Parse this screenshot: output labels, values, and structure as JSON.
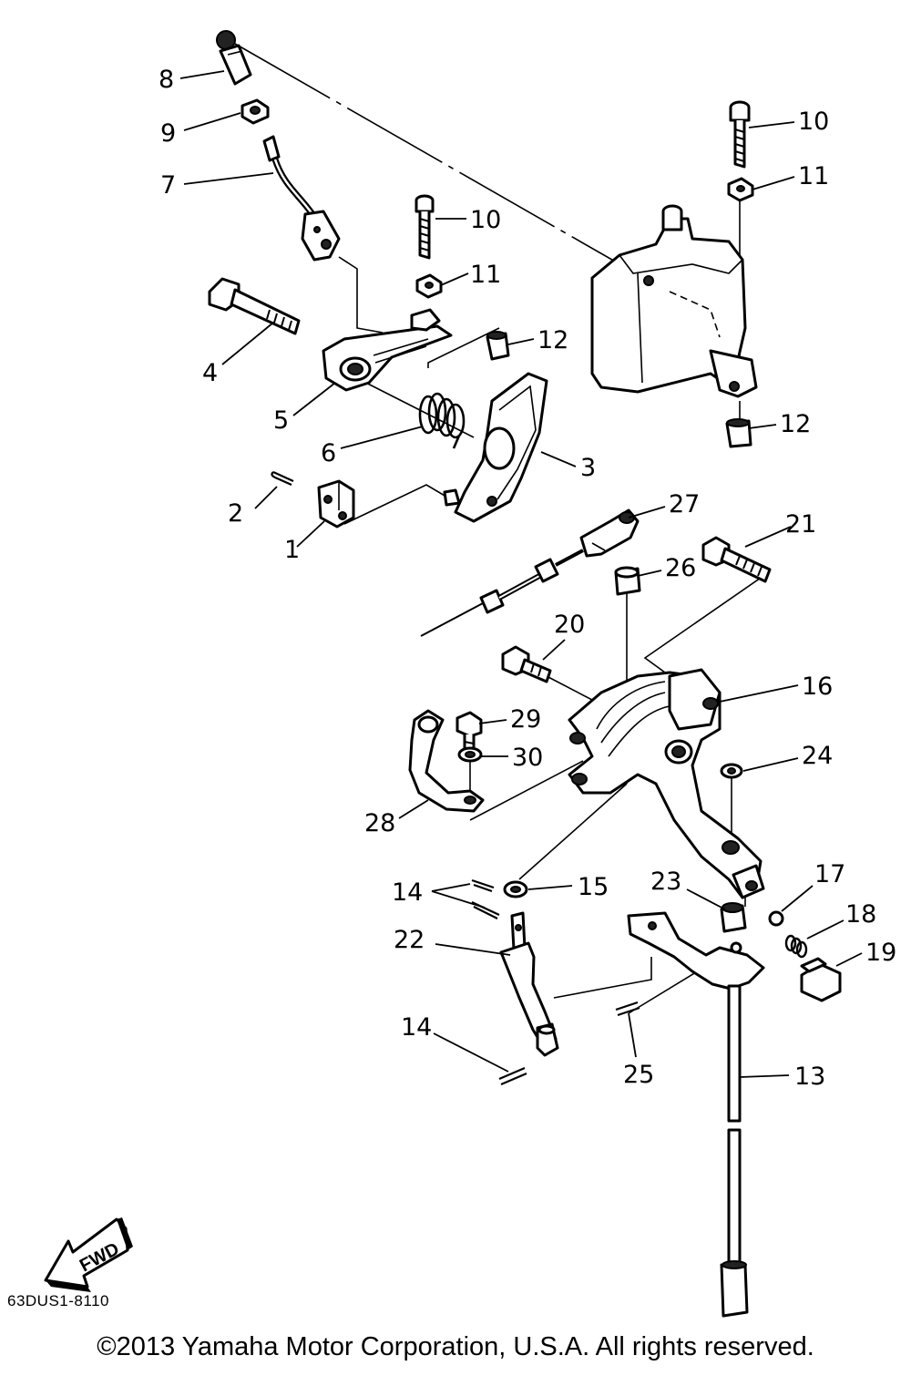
{
  "callouts": {
    "c1": "1",
    "c2": "2",
    "c3": "3",
    "c4": "4",
    "c5": "5",
    "c6": "6",
    "c7": "7",
    "c8": "8",
    "c9": "9",
    "c10a": "10",
    "c10b": "10",
    "c11a": "11",
    "c11b": "11",
    "c12a": "12",
    "c12b": "12",
    "c13": "13",
    "c14a": "14",
    "c14b": "14",
    "c15": "15",
    "c16": "16",
    "c17": "17",
    "c18": "18",
    "c19": "19",
    "c20": "20",
    "c21": "21",
    "c22": "22",
    "c23": "23",
    "c24": "24",
    "c25": "25",
    "c26": "26",
    "c27": "27",
    "c28": "28",
    "c29": "29",
    "c30": "30"
  },
  "fwd_label": "FWD",
  "diagram_code": "63DUS1-8110",
  "copyright": "©2013 Yamaha Motor Corporation, U.S.A. All rights reserved."
}
